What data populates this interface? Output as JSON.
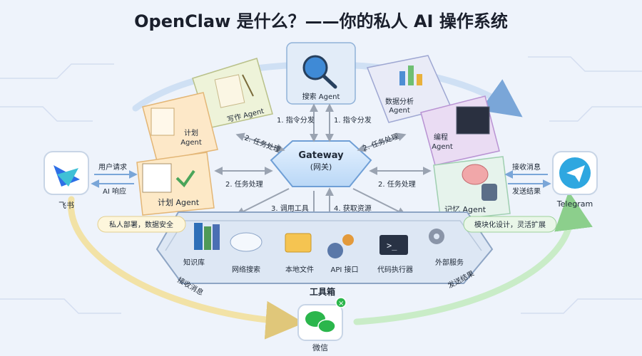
{
  "title": "OpenClaw 是什么？——你的私人 AI 操作系统",
  "gateway": {
    "name": "Gateway",
    "sub": "(网关)"
  },
  "agents": [
    {
      "id": "search",
      "label": "搜索 Agent"
    },
    {
      "id": "write",
      "label": "写作 Agent"
    },
    {
      "id": "analysis",
      "label_lines": [
        "数据分析",
        "Agent"
      ]
    },
    {
      "id": "plan_small",
      "label_lines": [
        "计划",
        "Agent"
      ]
    },
    {
      "id": "code",
      "label_lines": [
        "编程",
        "Agent"
      ]
    },
    {
      "id": "plan",
      "label": "计划 Agent"
    },
    {
      "id": "memory",
      "label": "记忆 Agent"
    }
  ],
  "flows": {
    "dispatch_left": "1. 指令分发",
    "dispatch_right": "1. 指令分发",
    "task_upper_left": "2. 任务处理",
    "task_upper_right": "2. 任务处理",
    "task_left": "2. 任务处理",
    "task_right": "2. 任务处理",
    "call_tools": "3. 调用工具",
    "get_resources": "4. 获取资源"
  },
  "platforms": {
    "feishu": {
      "name": "飞书",
      "request": "用户请求",
      "response": "AI 响应"
    },
    "telegram": {
      "name": "Telegram",
      "receive": "接收消息",
      "send": "发送结果"
    },
    "wechat": {
      "name": "微信"
    }
  },
  "notes": {
    "private": "私人部署，数据安全",
    "modular": "模块化设计，灵活扩展",
    "receive_msg": "接收消息",
    "send_result": "发送结果"
  },
  "toolbox": {
    "title": "工具箱",
    "tools": [
      "知识库",
      "网络搜索",
      "本地文件",
      "API 接口",
      "代码执行器",
      "外部服务"
    ]
  },
  "colors": {
    "accent": "#2f7de1",
    "wechat": "#2bb64c",
    "telegram": "#2ea7e0"
  }
}
